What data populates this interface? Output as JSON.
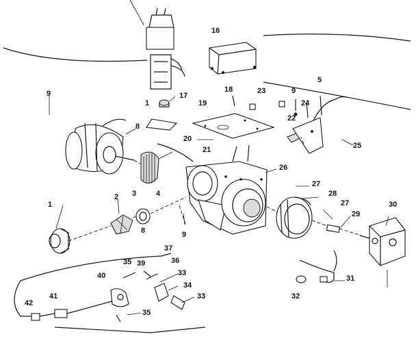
{
  "part_labels": {
    "p1": "1",
    "p1b": "1",
    "p2": "2",
    "p3": "3",
    "p4": "4",
    "p5": "5",
    "p8a": "8",
    "p8b": "8",
    "p9a": "9",
    "p9b": "9",
    "p9c": "9",
    "p16": "16",
    "p17": "17",
    "p18": "18",
    "p19": "19",
    "p20": "20",
    "p21": "21",
    "p22": "22",
    "p23": "23",
    "p24": "24",
    "p25": "25",
    "p26": "26",
    "p27a": "27",
    "p27b": "27",
    "p28": "28",
    "p29": "29",
    "p30": "30",
    "p31": "31",
    "p32": "32",
    "p33a": "33",
    "p33b": "33",
    "p34": "34",
    "p35a": "35",
    "p35b": "35",
    "p36": "36",
    "p37": "37",
    "p39": "39",
    "p40": "40",
    "p41": "41",
    "p42": "42"
  },
  "icons": {
    "motor": "electric-motor-icon",
    "transformer": "ignition-transformer-icon",
    "housing": "burner-housing-icon",
    "pump": "fuel-pump-icon"
  }
}
